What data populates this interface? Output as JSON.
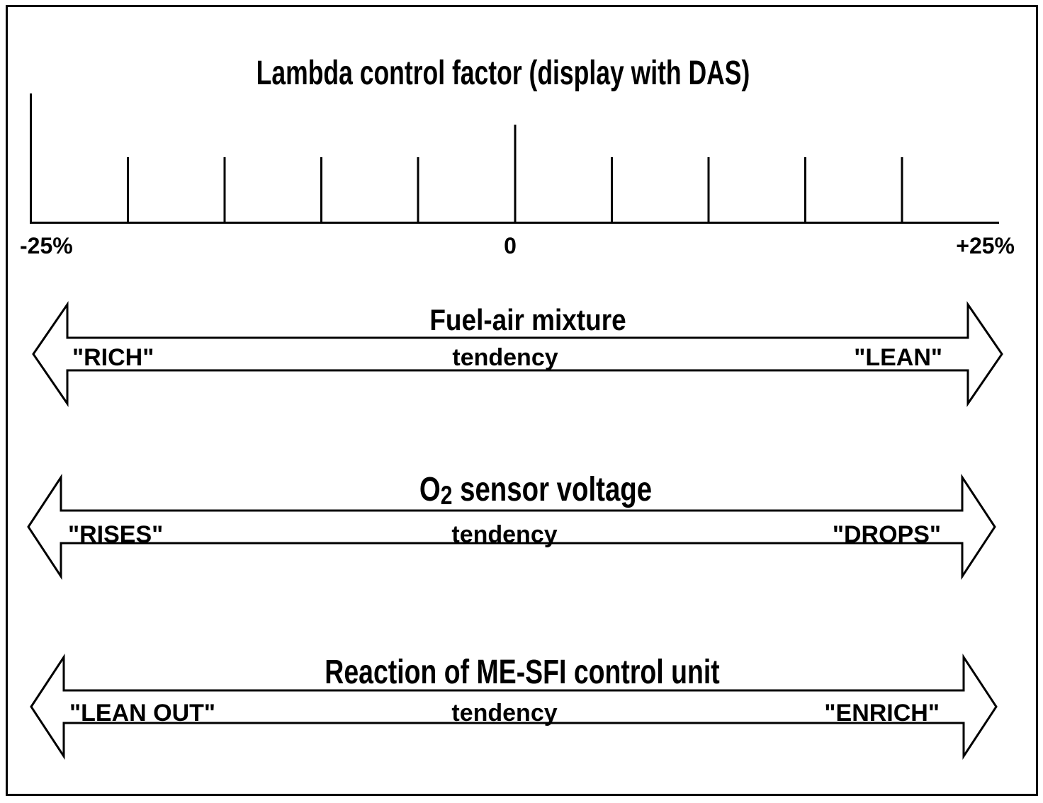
{
  "diagram": {
    "title": "Lambda control factor (display with DAS)",
    "scale": {
      "label_min": "-25%",
      "label_zero": "0",
      "label_max": "+25%"
    },
    "rows": [
      {
        "title": "Fuel-air mixture",
        "left": "\"RICH\"",
        "center": "tendency",
        "right": "\"LEAN\""
      },
      {
        "title_pre": "O",
        "title_sub": "2",
        "title_post": " sensor voltage",
        "left": "\"RISES\"",
        "center": "tendency",
        "right": "\"DROPS\""
      },
      {
        "title": "Reaction of ME-SFI control unit",
        "left": "\"LEAN OUT\"",
        "center": "tendency",
        "right": "\"ENRICH\""
      }
    ],
    "colors": {
      "line": "#000000",
      "background": "#ffffff"
    }
  }
}
